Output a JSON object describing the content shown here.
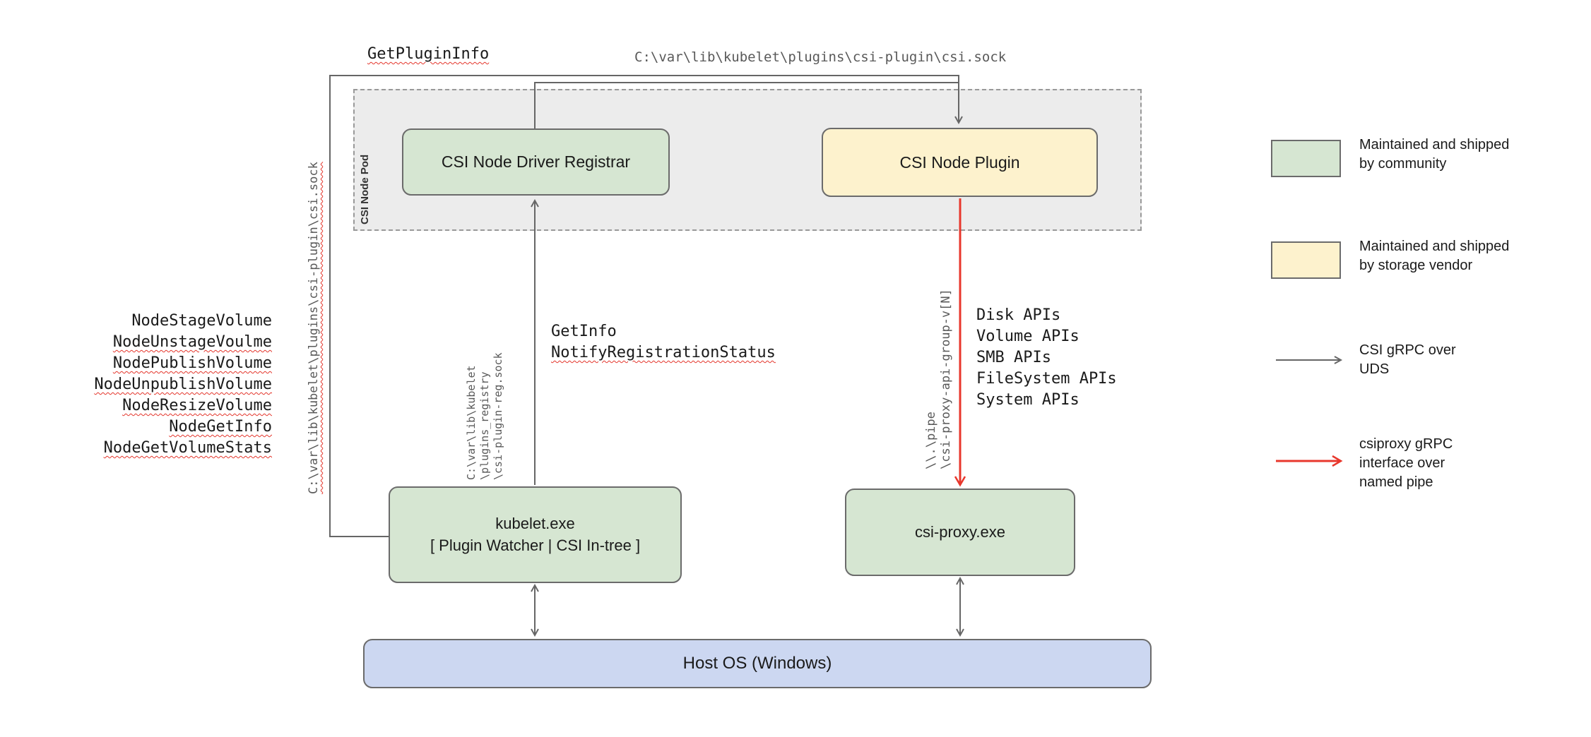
{
  "diagram": {
    "nodes": {
      "pod_label": "CSI Node Pod",
      "registrar": "CSI Node Driver Registrar",
      "plugin": "CSI Node Plugin",
      "kubelet": "kubelet.exe\n[ Plugin Watcher | CSI In-tree ]",
      "csi_proxy": "csi-proxy.exe",
      "host_os": "Host OS (Windows)"
    },
    "labels": {
      "get_plugin_info": "GetPluginInfo",
      "csi_sock_top": "C:\\var\\lib\\kubelet\\plugins\\csi-plugin\\csi.sock",
      "csi_sock_left": "C:\\var\\lib\\kubelet\\plugins\\csi-plugin\\csi.sock",
      "node_calls": [
        "NodeStageVolume",
        "NodeUnstageVoulme",
        "NodePublishVolume",
        "NodeUnpublishVolume",
        "NodeResizeVolume",
        "NodeGetInfo",
        "NodeGetVolumeStats"
      ],
      "reg_sock": "C:\\var\\lib\\kubelet\n\\plugins_registry\n\\csi-plugin-reg.sock",
      "get_info": "GetInfo",
      "notify_registration_status": "NotifyRegistrationStatus",
      "named_pipe": "\\\\.\\pipe\n\\csi-proxy-api-group-v[N]",
      "apis": [
        "Disk APIs",
        "Volume APIs",
        "SMB APIs",
        "FileSystem APIs",
        "System APIs"
      ]
    },
    "legend": [
      {
        "type": "swatch",
        "color": "#d6e6d2",
        "text": "Maintained and shipped\nby community"
      },
      {
        "type": "swatch",
        "color": "#fdf2cd",
        "text": "Maintained and shipped\nby storage vendor"
      },
      {
        "type": "arrow",
        "color": "#666666",
        "text": "CSI gRPC over\nUDS"
      },
      {
        "type": "arrow",
        "color": "#e8372c",
        "text": "csiproxy gRPC\ninterface over\nnamed pipe"
      }
    ],
    "colors": {
      "community_green": "#d6e6d2",
      "vendor_yellow": "#fdf2cd",
      "host_blue": "#ccd7f1",
      "pod_gray": "#ececec",
      "csi_grpc_gray": "#666666",
      "csiproxy_red": "#e8372c"
    }
  }
}
